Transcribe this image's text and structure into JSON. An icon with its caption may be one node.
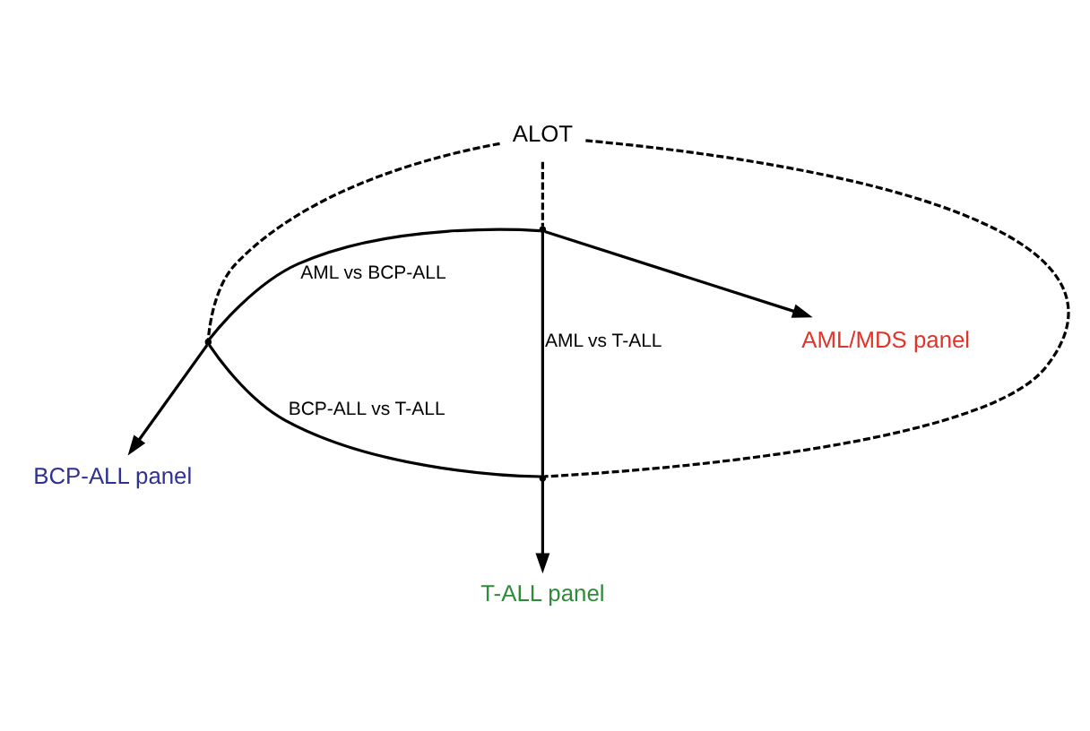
{
  "diagram": {
    "nodes": [
      {
        "text": [
          "BCP-ALL panel"
        ]
      },
      {
        "text": [],
        "shape": "point"
      },
      {
        "text": [
          "ALOT"
        ]
      },
      {
        "text": [],
        "shape": "point"
      },
      {
        "text": [],
        "shape": "point"
      },
      {
        "text": [
          "AML/MDS panel"
        ]
      },
      {
        "text": [
          "T-ALL panel"
        ]
      }
    ],
    "edges": [
      {
        "from": 1,
        "to": 0,
        "arrow": "to"
      },
      {
        "from": 3,
        "to": 5,
        "arrow": "to"
      },
      {
        "from": 4,
        "to": 6,
        "arrow": "to"
      },
      {
        "from": 3,
        "to": 1,
        "arrow": "none",
        "label": "AML vs BCP-ALL"
      },
      {
        "from": 1,
        "to": 4,
        "arrow": "none",
        "label": "BCP-ALL vs T-ALL"
      },
      {
        "from": 3,
        "to": 4,
        "arrow": "none",
        "label": "AML vs T-ALL"
      },
      {
        "from": 2,
        "to": 1,
        "arrow": "none",
        "style": "dashed"
      },
      {
        "from": 2,
        "to": 3,
        "arrow": "none",
        "style": "dashed"
      },
      {
        "from": 2,
        "to": 4,
        "arrow": "none",
        "style": "dashed"
      }
    ]
  }
}
